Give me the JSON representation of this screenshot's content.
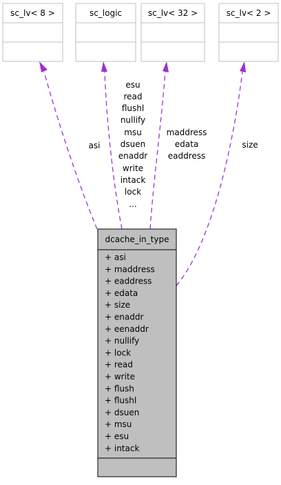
{
  "classes": [
    {
      "id": "sc_lv_8",
      "name": "sc_lv< 8 >"
    },
    {
      "id": "sc_logic",
      "name": "sc_logic"
    },
    {
      "id": "sc_lv_32",
      "name": "sc_lv< 32 >"
    },
    {
      "id": "sc_lv_2",
      "name": "sc_lv< 2 >"
    }
  ],
  "main": {
    "name": "dcache_in_type",
    "attributes": [
      "+ asi",
      "+ maddress",
      "+ eaddress",
      "+ edata",
      "+ size",
      "+ enaddr",
      "+ eenaddr",
      "+ nullify",
      "+ lock",
      "+ read",
      "+ write",
      "+ flush",
      "+ flushl",
      "+ dsuen",
      "+ msu",
      "+ esu",
      "+ intack"
    ]
  },
  "edges": [
    {
      "from": "sc_lv_8",
      "labels": [
        "asi"
      ]
    },
    {
      "from": "sc_logic",
      "labels": [
        "esu",
        "read",
        "flushl",
        "nullify",
        "msu",
        "dsuen",
        "enaddr",
        "write",
        "intack",
        "lock",
        "..."
      ]
    },
    {
      "from": "sc_lv_32",
      "labels": [
        "maddress",
        "edata",
        "eaddress"
      ]
    },
    {
      "from": "sc_lv_2",
      "labels": [
        "size"
      ]
    }
  ],
  "colors": {
    "edge": "#9a32cd",
    "box_border": "#bfbfbf",
    "main_fill": "#bfbfbf",
    "main_border": "#000000"
  }
}
